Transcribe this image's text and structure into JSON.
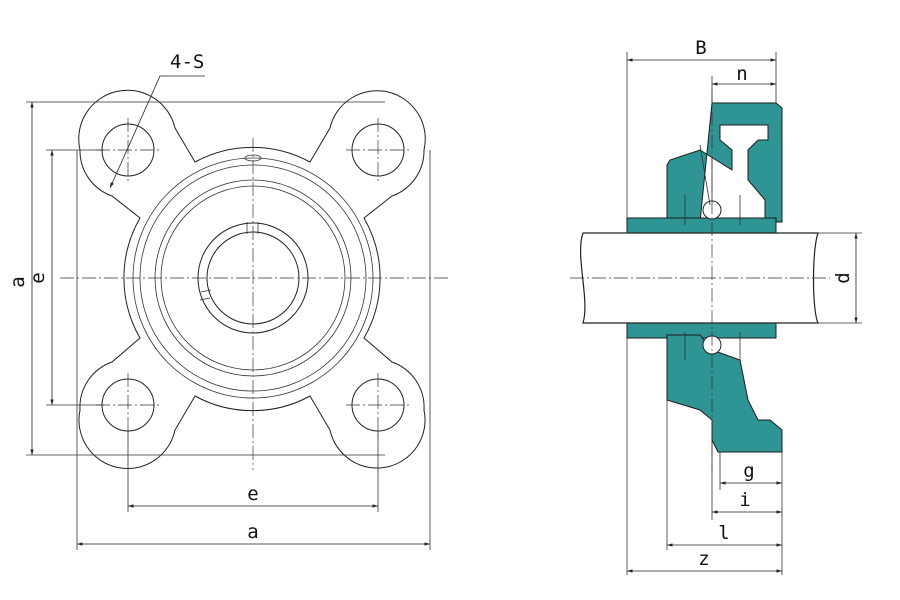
{
  "labels": {
    "bolt_holes": "4-S",
    "front_height": "a",
    "front_hole_spacing_v": "e",
    "front_hole_spacing_h": "e",
    "front_width": "a",
    "side_width": "B",
    "side_n": "n",
    "side_d": "d",
    "side_g": "g",
    "side_i": "i",
    "side_l": "l",
    "side_z": "z"
  },
  "colors": {
    "housing_section": "#2e9494",
    "line": "#222222"
  }
}
